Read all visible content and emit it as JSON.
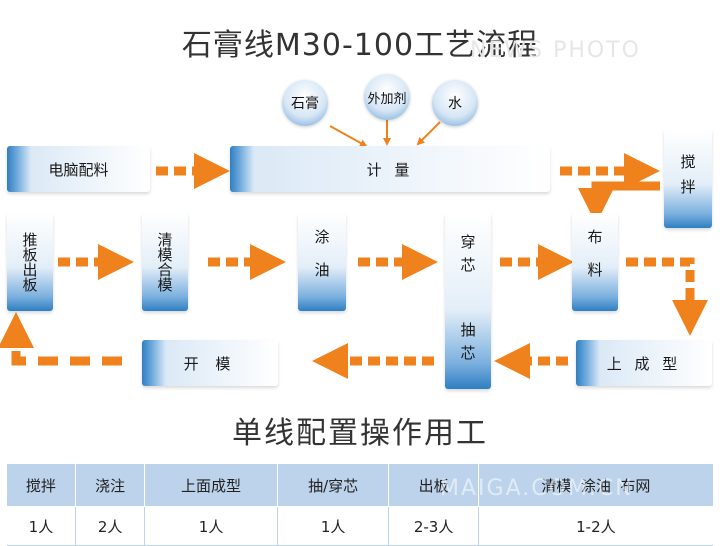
{
  "title": "石膏线M30-100工艺流程",
  "subtitle": "单线配置操作用工",
  "watermarks": [
    "NEWS PHOTO",
    "MAIGA.COM.CN"
  ],
  "inputs": [
    "石膏",
    "外加剂",
    "水"
  ],
  "steps": {
    "computer_batching": "电脑配料",
    "metering": "计 量",
    "stirring": "搅拌",
    "cloth": "布料",
    "thread_core": "穿芯",
    "pull_core": "抽芯",
    "oiling": "涂油",
    "clean_mold": "清模合模",
    "push_board": "推板出板",
    "open_mold": "开 模",
    "forming": "上 成 型"
  },
  "table": {
    "headers": [
      "搅拌",
      "浇注",
      "上面成型",
      "抽/穿芯",
      "出板",
      "清模  涂油  布网"
    ],
    "values": [
      "1人",
      "2人",
      "1人",
      "1人",
      "2-3人",
      "1-2人"
    ]
  },
  "colors": {
    "accent": "#f0821e",
    "box_blue": "#2f7fc2",
    "table_header": "#bcd3eb"
  }
}
